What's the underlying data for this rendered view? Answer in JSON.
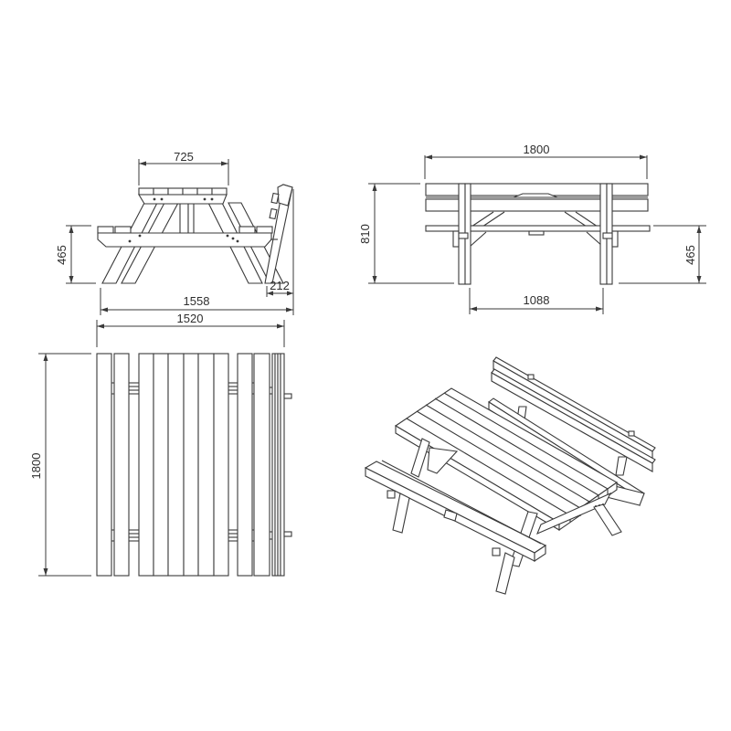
{
  "drawing": {
    "subject": "Square picnic table with bench and backrest",
    "units": "mm",
    "views": {
      "side": {
        "dims": {
          "table_top_width": "725",
          "seat_height": "465",
          "overall_depth": "1558",
          "backrest_offset": "212",
          "footprint_depth": "1520"
        }
      },
      "front": {
        "dims": {
          "overall_width": "1800",
          "overall_height": "810",
          "seat_height": "465",
          "leg_spacing": "1088"
        }
      },
      "plan": {
        "dims": {
          "length": "1800"
        }
      },
      "isometric": {}
    }
  }
}
